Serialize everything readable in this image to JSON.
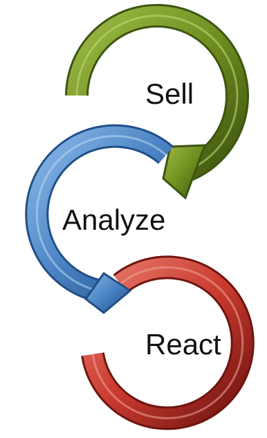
{
  "stages": [
    {
      "label": "Sell",
      "color": "#6f8f1f",
      "arrow_direction": "down"
    },
    {
      "label": "Analyze",
      "color": "#4a84c4",
      "arrow_direction": "right"
    },
    {
      "label": "React",
      "color": "#c93a2e",
      "arrow_direction": "none"
    }
  ]
}
